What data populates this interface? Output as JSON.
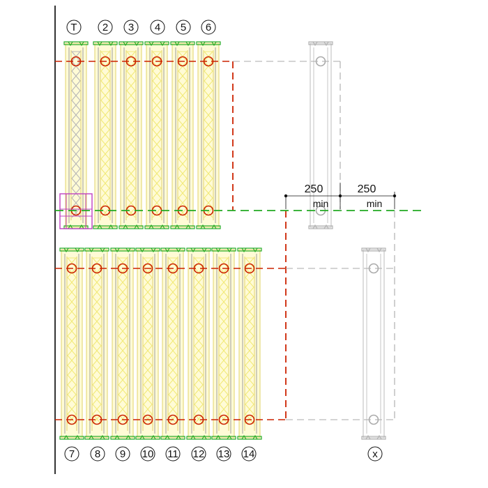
{
  "top_row_labels": [
    "T",
    "2",
    "3",
    "4",
    "5",
    "6"
  ],
  "bottom_row_labels": [
    "7",
    "8",
    "9",
    "10",
    "11",
    "12",
    "13",
    "14"
  ],
  "extra_label": "x",
  "dimensions": [
    {
      "value": "250",
      "unit": "min"
    },
    {
      "value": "250",
      "unit": "min"
    }
  ],
  "colors": {
    "panel_fill": "#fffbd6",
    "panel_stroke": "#e2d36a",
    "zigzag": "#f2ea7a",
    "frame": "#888888",
    "connector": "#22aa22",
    "hole": "#cc2200",
    "red_dash": "#cc2200",
    "green_dash": "#22aa22",
    "grey_dash": "#aaaaaa",
    "wall": "#000000"
  }
}
